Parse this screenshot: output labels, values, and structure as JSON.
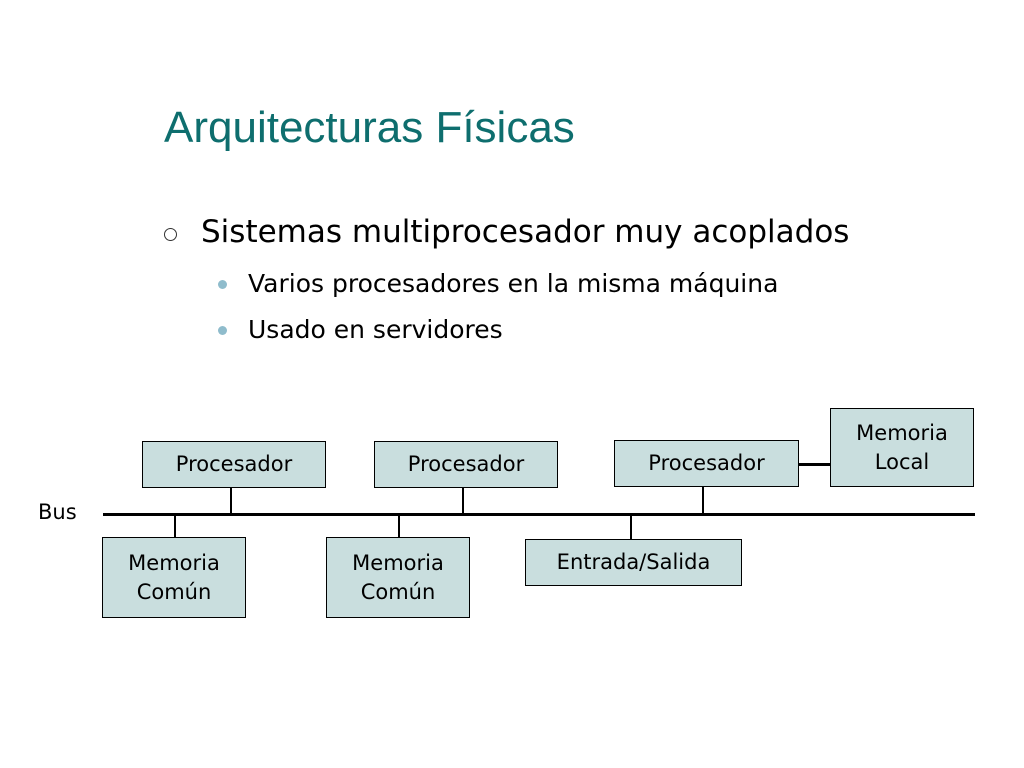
{
  "colors": {
    "title": "#0e6e6e",
    "box_fill": "#c9dede",
    "bullet_l2": "#8fbccc"
  },
  "slide": {
    "title": "Arquitecturas Físicas",
    "bullets": [
      {
        "text": "Sistemas multiprocesador muy acoplados",
        "sub": [
          "Varios procesadores en la misma máquina",
          "Usado en servidores"
        ]
      }
    ]
  },
  "diagram": {
    "bus_label": "Bus",
    "procesador_1": "Procesador",
    "procesador_2": "Procesador",
    "procesador_3": "Procesador",
    "memoria_local": "Memoria\nLocal",
    "memoria_comun_1": "Memoria\nComún",
    "memoria_comun_2": "Memoria\nComún",
    "entrada_salida": "Entrada/Salida"
  }
}
